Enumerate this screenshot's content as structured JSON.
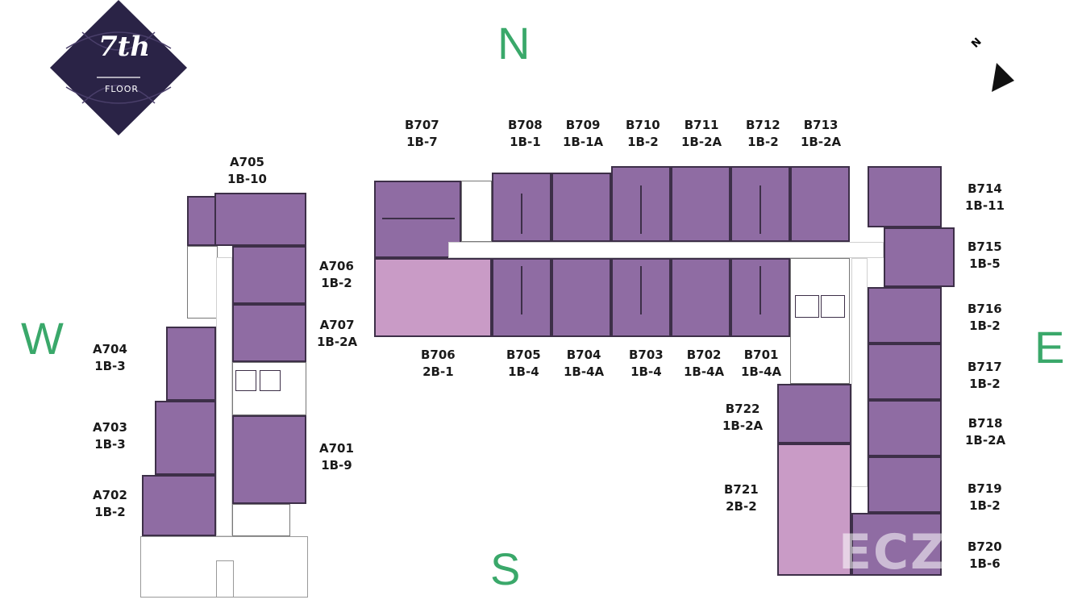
{
  "floor_badge": {
    "number": "7th",
    "label": "FLOOR"
  },
  "compass": {
    "north": "N",
    "south": "S",
    "east": "E",
    "west": "W",
    "arrow_label": "N"
  },
  "units": {
    "A705": {
      "code": "A705",
      "type": "1B-10"
    },
    "A706": {
      "code": "A706",
      "type": "1B-2"
    },
    "A707": {
      "code": "A707",
      "type": "1B-2A"
    },
    "A704": {
      "code": "A704",
      "type": "1B-3"
    },
    "A703": {
      "code": "A703",
      "type": "1B-3"
    },
    "A701": {
      "code": "A701",
      "type": "1B-9"
    },
    "A702": {
      "code": "A702",
      "type": "1B-2"
    },
    "B707": {
      "code": "B707",
      "type": "1B-7"
    },
    "B708": {
      "code": "B708",
      "type": "1B-1"
    },
    "B709": {
      "code": "B709",
      "type": "1B-1A"
    },
    "B710": {
      "code": "B710",
      "type": "1B-2"
    },
    "B711": {
      "code": "B711",
      "type": "1B-2A"
    },
    "B712": {
      "code": "B712",
      "type": "1B-2"
    },
    "B713": {
      "code": "B713",
      "type": "1B-2A"
    },
    "B714": {
      "code": "B714",
      "type": "1B-11"
    },
    "B715": {
      "code": "B715",
      "type": "1B-5"
    },
    "B716": {
      "code": "B716",
      "type": "1B-2"
    },
    "B717": {
      "code": "B717",
      "type": "1B-2"
    },
    "B718": {
      "code": "B718",
      "type": "1B-2A"
    },
    "B719": {
      "code": "B719",
      "type": "1B-2"
    },
    "B720": {
      "code": "B720",
      "type": "1B-6"
    },
    "B706": {
      "code": "B706",
      "type": "2B-1"
    },
    "B705": {
      "code": "B705",
      "type": "1B-4"
    },
    "B704": {
      "code": "B704",
      "type": "1B-4A"
    },
    "B703": {
      "code": "B703",
      "type": "1B-4"
    },
    "B702": {
      "code": "B702",
      "type": "1B-4A"
    },
    "B701": {
      "code": "B701",
      "type": "1B-4A"
    },
    "B722": {
      "code": "B722",
      "type": "1B-2A"
    },
    "B721": {
      "code": "B721",
      "type": "2B-2"
    }
  },
  "colors": {
    "unit": "#8f6ca3",
    "unit_2bed": "#c99bc6",
    "badge": "#2a2346",
    "compass": "#3aa86a",
    "wall": "#3d2f48"
  },
  "watermark": {
    "text": "ECZ"
  }
}
